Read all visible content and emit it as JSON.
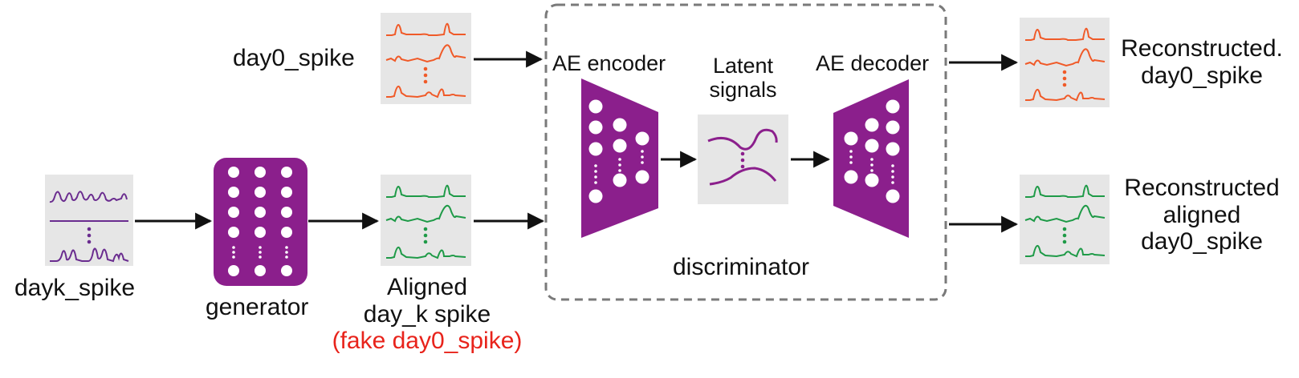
{
  "inputs": {
    "day0": "day0_spike",
    "dayk": "dayk_spike"
  },
  "generator": {
    "label": "generator"
  },
  "aligned": {
    "line1": "Aligned",
    "line2": "day_k spike",
    "fake": "(fake day0_spike)"
  },
  "discriminator": {
    "label": "discriminator",
    "encoder": "AE encoder",
    "decoder": "AE decoder",
    "latent_line1": "Latent",
    "latent_line2": "signals"
  },
  "outputs": {
    "recon_day0_line1": "Reconstructed.",
    "recon_day0_line2": "day0_spike",
    "recon_aligned_line1": "Reconstructed",
    "recon_aligned_line2": "aligned",
    "recon_aligned_line3": "day0_spike"
  },
  "colors": {
    "purple": "#8b1f8c",
    "orange": "#f05a28",
    "green": "#1e9a47",
    "panel_bg": "#e6e6e6",
    "fake_text": "#e8231b",
    "dash_border": "#7a7a7a"
  }
}
